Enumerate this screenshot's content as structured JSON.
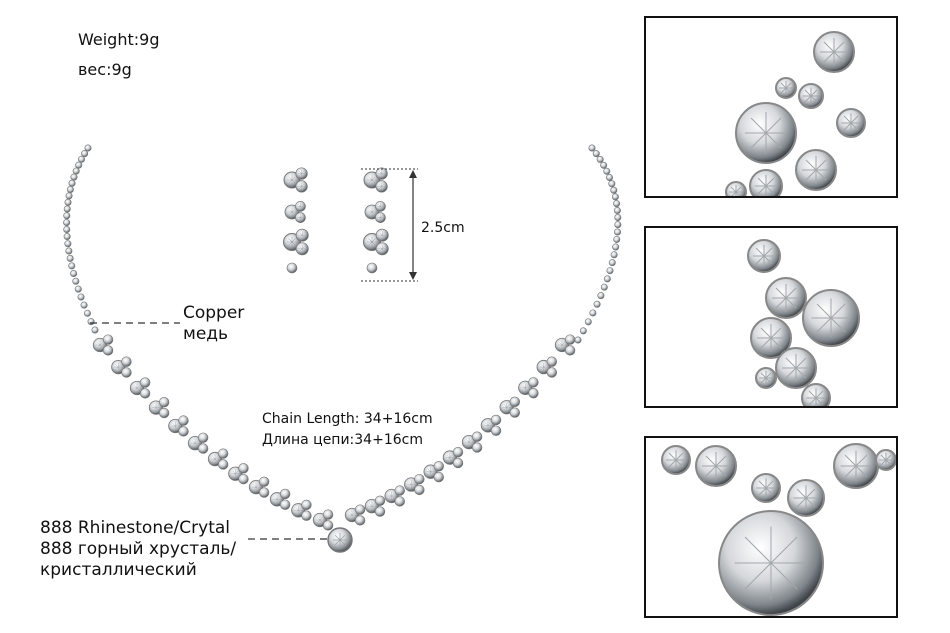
{
  "weight": {
    "en": "Weight:9g",
    "ru": "вес:9g"
  },
  "material": {
    "en": "Copper",
    "ru": "медь"
  },
  "earring": {
    "length": "2.5cm"
  },
  "chain": {
    "en": "Chain Length: 34+16cm",
    "ru": "Длина цепи:34+16cm"
  },
  "stone": {
    "en": "888 Rhinestone/Crytal",
    "ru_line1": "888 горный хрусталь/",
    "ru_line2": "кристаллический"
  },
  "colors": {
    "stone": "#c9ccd0",
    "stone_dark": "#6e7378",
    "frame": "#111111",
    "line": "#333333"
  }
}
